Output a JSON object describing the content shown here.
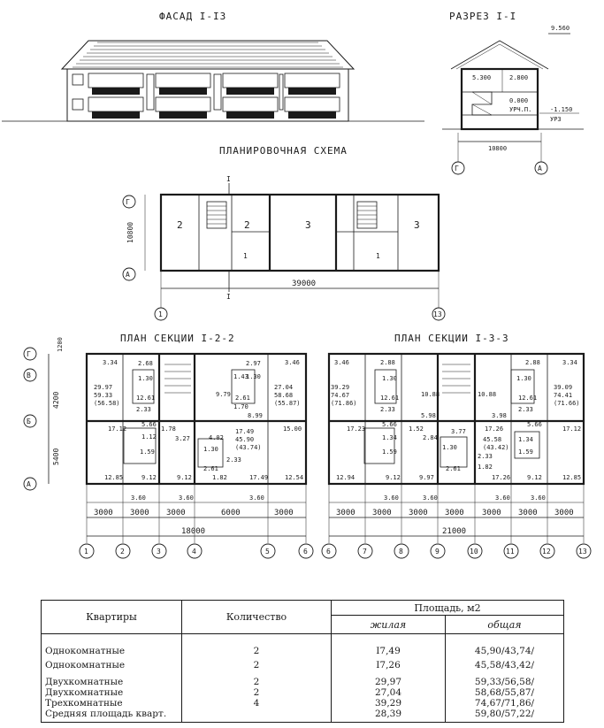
{
  "titles": {
    "facade": "ФАСАД I-I3",
    "section": "РАЗРЕЗ I-I",
    "scheme": "ПЛАНИРОВОЧНАЯ СХЕМА",
    "plan_a": "ПЛАН СЕКЦИИ I-2-2",
    "plan_b": "ПЛАН СЕКЦИИ I-3-3"
  },
  "section_levels": {
    "ridge": "9.560",
    "floor2": "2.800",
    "upper_left": "5.300",
    "floor1": "0.000",
    "floor1_note": "УРЧ.П.",
    "ground": "-1.150",
    "ground_note": "УРЗ",
    "width": "10800"
  },
  "axes": {
    "left_letters": [
      "Г",
      "В",
      "Б",
      "А"
    ],
    "section_letters": [
      "Г",
      "А"
    ],
    "scheme_letters": [
      "Г",
      "А"
    ],
    "scheme_numbers": [
      "1",
      "13"
    ],
    "numbers": [
      "1",
      "2",
      "3",
      "4",
      "5",
      "6",
      "6",
      "7",
      "8",
      "9",
      "10",
      "11",
      "12",
      "13"
    ]
  },
  "scheme": {
    "overall": "39000",
    "depth": "10800",
    "rooms": [
      "2",
      "2",
      "3",
      "3"
    ],
    "unit_marks": [
      "1",
      "1"
    ],
    "section_mark": "I"
  },
  "row_dims": {
    "r1": "1200",
    "r2": "4200",
    "r3": "5400"
  },
  "plan_a_dims": {
    "bays": [
      "3000",
      "3000",
      "3000",
      "6000",
      "3000"
    ],
    "subdims": [
      "3.60",
      "3.60",
      "3.60"
    ],
    "total": "18000",
    "areas": [
      "3.34",
      "2.68",
      "1.30",
      "1.43",
      "1.30",
      "2.97",
      "3.46",
      "29.97",
      "59.33",
      "(56.58)",
      "12.61",
      "2.33",
      "9.79",
      "2.61",
      "1.70",
      "27.04",
      "58.68",
      "(55.87)",
      "8.99",
      "17.12",
      "5.66",
      "1.78",
      "1.12",
      "3.27",
      "4.02",
      "17.49",
      "45.90",
      "(43.74)",
      "15.00",
      "1.59",
      "1.30",
      "2.61",
      "2.33",
      "12.85",
      "9.12",
      "9.12",
      "1.82",
      "17.49",
      "12.54"
    ]
  },
  "plan_b_dims": {
    "bays": [
      "3000",
      "3000",
      "3000",
      "3000",
      "3000",
      "3000",
      "3000"
    ],
    "subdims": [
      "3.60",
      "3.60",
      "3.60",
      "3.60"
    ],
    "total": "21000",
    "areas": [
      "3.46",
      "2.88",
      "1.30",
      "10.88",
      "10.88",
      "2.88",
      "1.30",
      "3.34",
      "39.29",
      "74.67",
      "(71.86)",
      "12.61",
      "2.33",
      "5.98",
      "12.61",
      "2.33",
      "39.09",
      "74.41",
      "(71.66)",
      "3.98",
      "17.23",
      "5.66",
      "1.52",
      "3.77",
      "17.26",
      "5.66",
      "17.12",
      "1.34",
      "2.84",
      "45.58",
      "(43.42)",
      "1.34",
      "1.59",
      "1.30",
      "2.61",
      "2.33",
      "1.82",
      "1.59",
      "12.94",
      "9.12",
      "9.97",
      "17.26",
      "9.12",
      "12.85"
    ]
  },
  "table": {
    "h_apartments": "Квартиры",
    "h_count": "Количество",
    "h_area": "Площадь, м2",
    "h_living": "жилая",
    "h_total": "общая",
    "rows": [
      {
        "type": "Однокомнатные",
        "count": "2",
        "living": "I7,49",
        "total": "45,90/43,74/"
      },
      {
        "type": "Однокомнатные",
        "count": "2",
        "living": "I7,26",
        "total": "45,58/43,42/"
      },
      {
        "type": "Двухкомнатные",
        "count": "2",
        "living": "29,97",
        "total": "59,33/56,58/"
      },
      {
        "type": "Двухкомнатные",
        "count": "2",
        "living": "27,04",
        "total": "58,68/55,87/"
      },
      {
        "type": "Трехкомнатные",
        "count": "4",
        "living": "39,29",
        "total": "74,67/71,86/"
      },
      {
        "type": "Средняя площадь кварт.",
        "count": "",
        "living": "28,39",
        "total": "59,80/57,22/"
      }
    ]
  }
}
